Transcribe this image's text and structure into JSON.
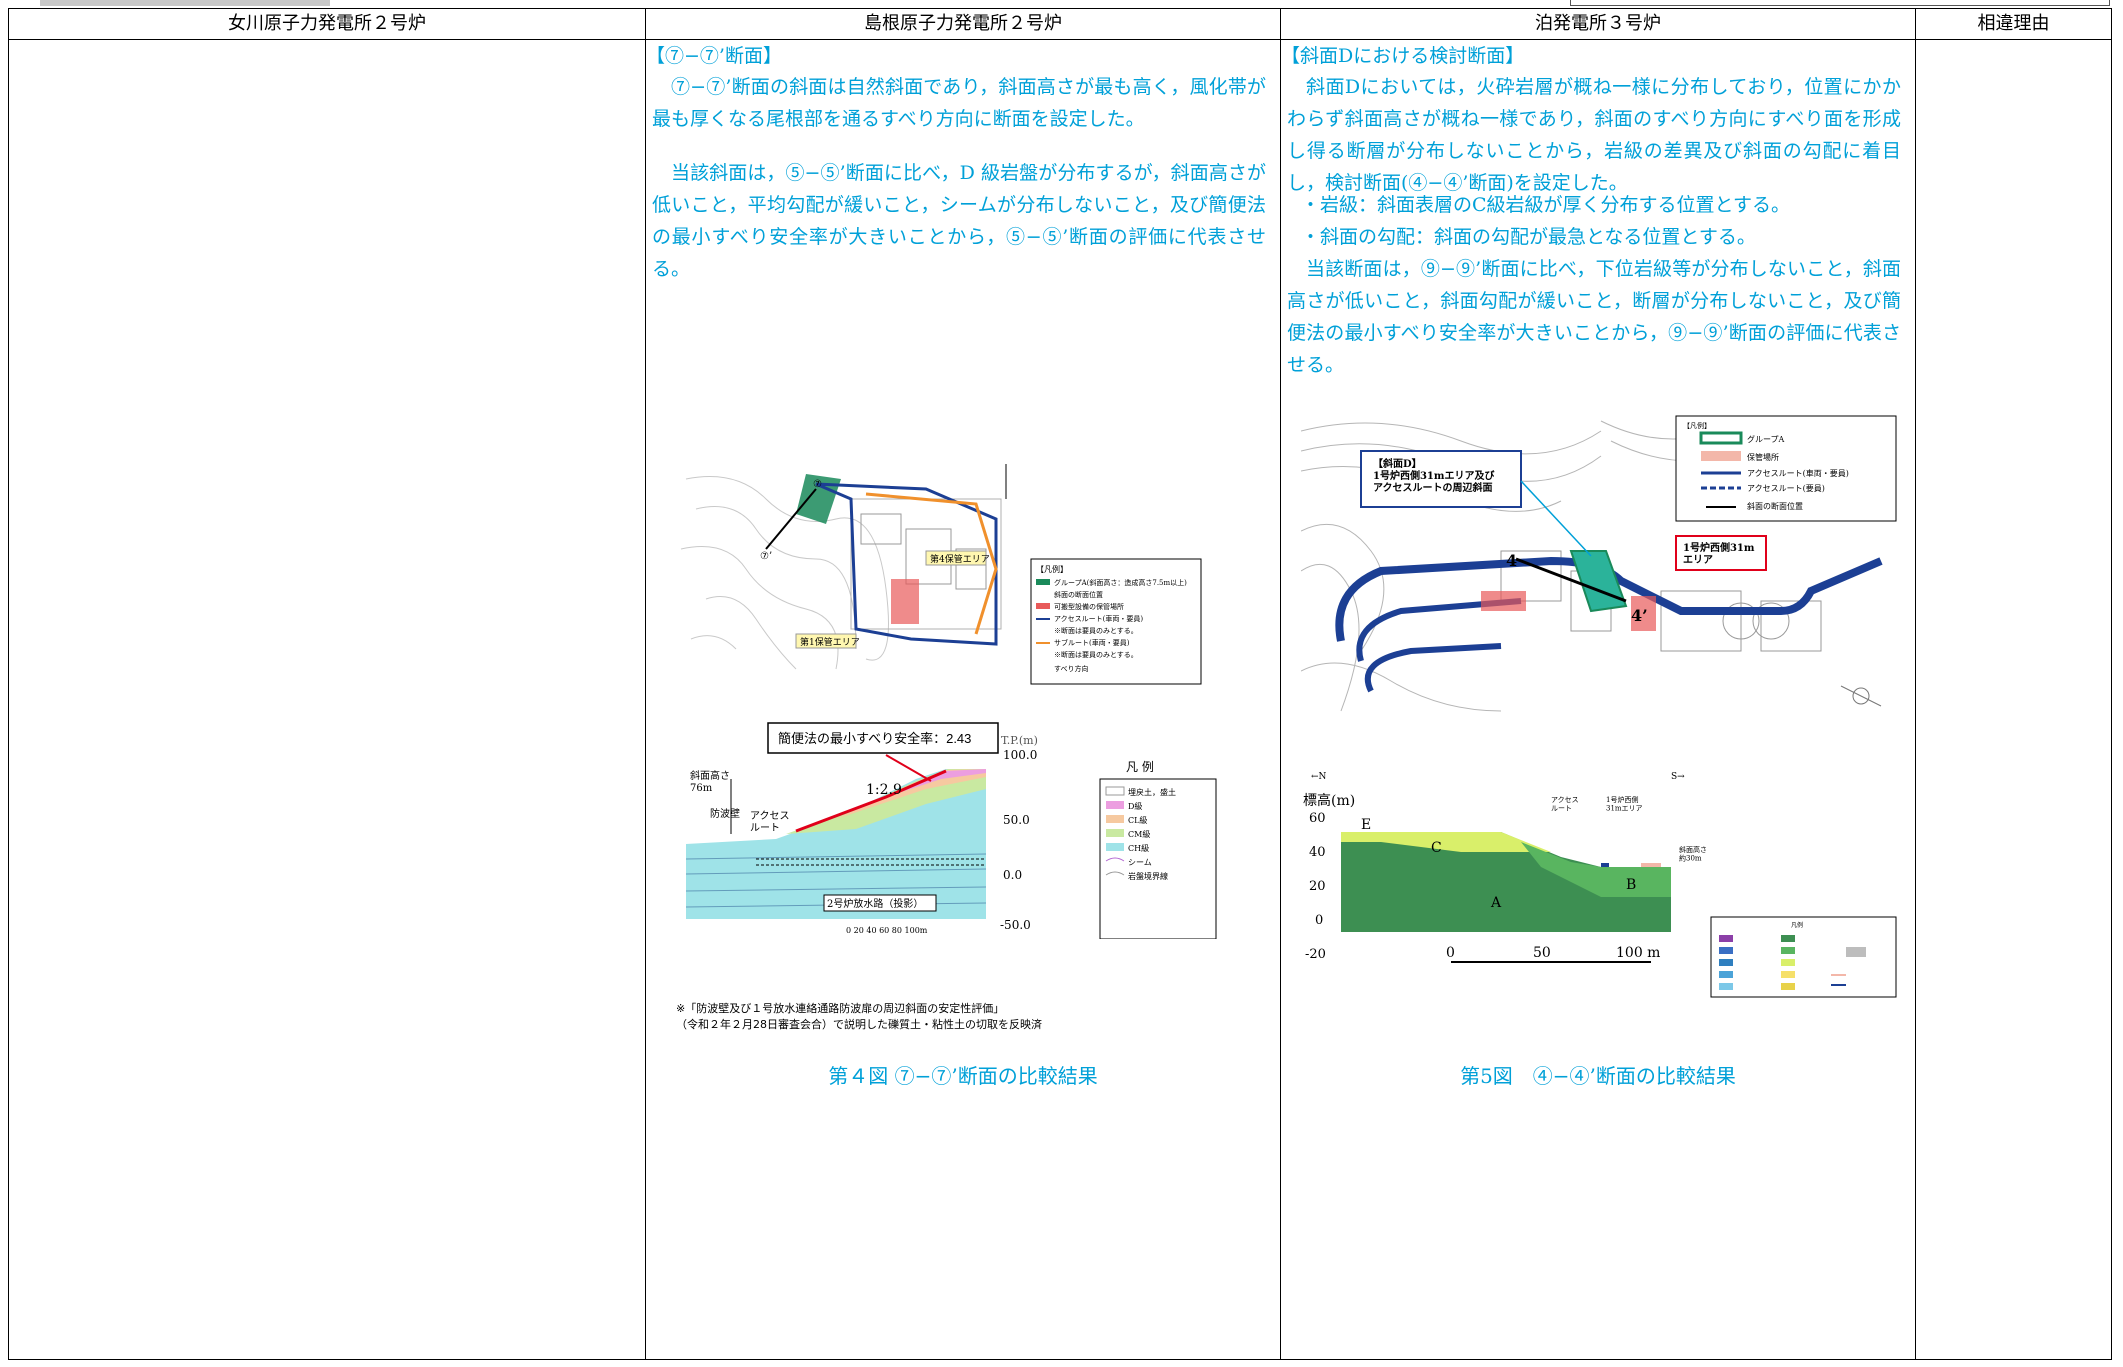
{
  "header": {
    "col1": "女川原子力発電所２号炉",
    "col2": "島根原子力発電所２号炉",
    "col3": "泊発電所３号炉",
    "col4": "相違理由"
  },
  "shimane": {
    "section_title": "【⑦−⑦’断面】",
    "para1": "⑦−⑦’断面の斜面は自然斜面であり，斜面高さが最も高く，風化帯が最も厚くなる尾根部を通るすべり方向に断面を設定した。",
    "para2": "当該斜面は，⑤−⑤’断面に比べ，D 級岩盤が分布するが，斜面高さが低いこと，平均勾配が緩いこと，シームが分布しないこと，及び簡便法の最小すべり安全率が大きいことから，⑤−⑤’断面の評価に代表させる。",
    "map_legend": {
      "title": "【凡例】",
      "items": [
        "グループA(斜面高さ：造成高さ7.5m以上)",
        "斜面の断面位置",
        "可搬型設備の保管場所",
        "アクセスルート(車両・要員)",
        "※断面は要員のみとする。",
        "サブルート(車両・要員)",
        "※断面は要員のみとする。",
        "すべり方向"
      ]
    },
    "map_labels": [
      "第1保管エリア",
      "第4保管エリア",
      "⑦",
      "⑦’"
    ],
    "section": {
      "banner": "簡便法の最小すべり安全率：2.43",
      "yunit": "T.P.(m)",
      "yticks": [
        "100.0",
        "50.0",
        "0.0",
        "-50.0"
      ],
      "slope_height": "斜面高さ\n76m",
      "ratio": "1:2.9",
      "wall": "防波壁",
      "access": "アクセス\nルート",
      "outlet": "2号炉放水路（投影）",
      "scale": "0   20   40   60   80  100m",
      "legend_title": "凡 例",
      "legend_items": [
        "埋戻土，盛土",
        "D級",
        "CL級",
        "CM級",
        "CH級",
        "シーム",
        "岩盤境界線"
      ],
      "note1": "※「防波壁及び１号放水連絡通路防波扉の周辺斜面の安定性評価」",
      "note2": "（令和２年２月28日審査会合）で説明した礫質土・粘性土の切取を反映済"
    },
    "caption": "第４図 ⑦−⑦’断面の比較結果"
  },
  "tomari": {
    "section_title": "【斜面Dにおける検討断面】",
    "para1": "斜面Dにおいては，火砕岩層が概ね一様に分布しており，位置にかかわらず斜面高さが概ね一様であり，斜面のすべり方向にすべり面を形成し得る断層が分布しないことから，岩級の差異及び斜面の勾配に着目し，検討断面(④−④’断面)を設定した。",
    "bullet1": "・岩級：斜面表層のC級岩級が厚く分布する位置とする。",
    "bullet2": "・斜面の勾配：斜面の勾配が最急となる位置とする。",
    "para2": "当該断面は，⑨−⑨’断面に比べ，下位岩級等が分布しないこと，斜面高さが低いこと，斜面勾配が緩いこと，断層が分布しないこと，及び簡便法の最小すべり安全率が大きいことから，⑨−⑨’断面の評価に代表させる。",
    "map_callout": "【斜面D】\n1号炉西側31mエリア及び\nアクセスルートの周辺斜面",
    "map_area_label": "1号炉西側31m\nエリア",
    "map_points": [
      "4",
      "4’"
    ],
    "map_legend": {
      "title": "【凡例】",
      "items": [
        "グループA",
        "保管場所",
        "アクセスルート(車両・要員)",
        "アクセスルート(要員)",
        "斜面の断面位置"
      ]
    },
    "section": {
      "north": "←N",
      "south": "S→",
      "ylabel": "標高(m)",
      "yticks": [
        "60",
        "40",
        "20",
        "0",
        "-20"
      ],
      "zones": [
        "A",
        "B",
        "C",
        "E"
      ],
      "access": "アクセス\nルート",
      "area": "1号炉西側\n31mエリア",
      "height": "斜面高さ\n約30m",
      "scale0": "0",
      "scale50": "50",
      "scale100": "100 m",
      "legend_title": "凡例"
    },
    "caption": "第5図　④−④’断面の比較結果"
  },
  "colors": {
    "cyan_text": "#00a0d8",
    "group_a": "#1a8a5a",
    "storage": "#f3b7a9",
    "access_route": "#1c3f94",
    "sub_route": "#f0902c"
  }
}
